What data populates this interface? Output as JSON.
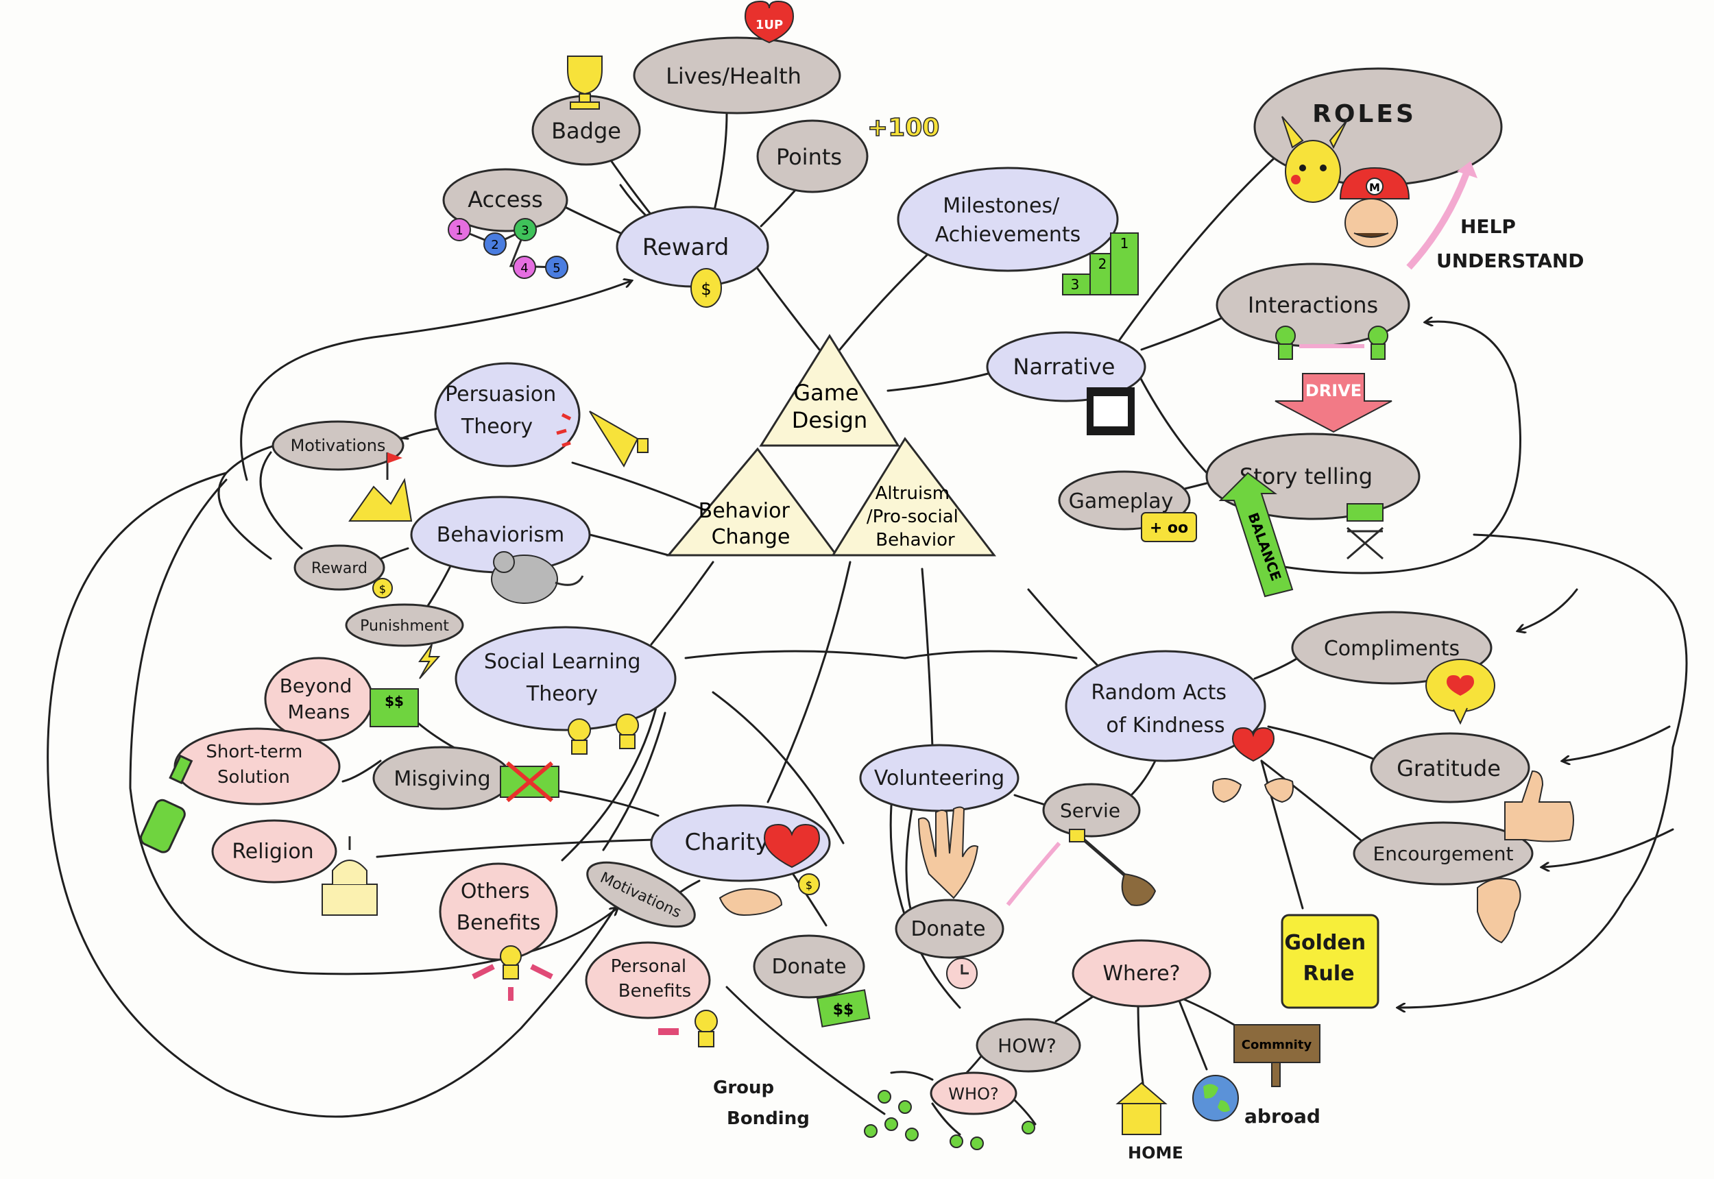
{
  "center": {
    "game_design": [
      "Game",
      "Design"
    ],
    "behavior_change": [
      "Behavior",
      "Change"
    ],
    "altruism": [
      "Altruism",
      "/Pro-social",
      "Behavior"
    ]
  },
  "nodes": {
    "reward": [
      "Reward"
    ],
    "badge": [
      "Badge"
    ],
    "lives_health": [
      "Lives/Health"
    ],
    "points": [
      "Points"
    ],
    "access": [
      "Access"
    ],
    "milestones": [
      "Milestones/",
      "Achievements"
    ],
    "roles": [
      "ROLES"
    ],
    "narrative": [
      "Narrative"
    ],
    "interactions": [
      "Interactions"
    ],
    "storytelling": [
      "Story telling"
    ],
    "gameplay": [
      "Gameplay"
    ],
    "persuasion_theory": [
      "Persuasion",
      "Theory"
    ],
    "motivations_left": [
      "Motivations"
    ],
    "behaviorism": [
      "Behaviorism"
    ],
    "reward_small": [
      "Reward"
    ],
    "punishment": [
      "Punishment"
    ],
    "social_learning": [
      "Social Learning",
      "Theory"
    ],
    "beyond_means": [
      "Beyond",
      "Means"
    ],
    "short_term": [
      "Short-term",
      "Solution"
    ],
    "misgiving": [
      "Misgiving"
    ],
    "religion": [
      "Religion"
    ],
    "charity": [
      "Charity"
    ],
    "others_benefits": [
      "Others",
      "Benefits"
    ],
    "motivations_charity": [
      "Motivations"
    ],
    "personal_benefits": [
      "Personal",
      "Benefits"
    ],
    "donate_charity": [
      "Donate"
    ],
    "volunteering": [
      "Volunteering"
    ],
    "service": [
      "Servie"
    ],
    "donate_vol": [
      "Donate"
    ],
    "random_acts": [
      "Random Acts",
      "of Kindness"
    ],
    "compliments": [
      "Compliments"
    ],
    "gratitude": [
      "Gratitude"
    ],
    "encouragement": [
      "Encourgement"
    ],
    "golden_rule": [
      "Golden",
      "Rule"
    ],
    "where": [
      "Where?"
    ],
    "how": [
      "HOW?"
    ],
    "who": [
      "WHO?"
    ]
  },
  "labels": {
    "help_understand": [
      "HELP",
      "UNDERSTAND"
    ],
    "drive": "DRIVE",
    "balance": "BALANCE",
    "group_bonding": [
      "Group",
      "Bonding"
    ],
    "home": "HOME",
    "abroad": "abroad",
    "community": "Commnity",
    "one_up": "1UP",
    "plus_100": "+100",
    "money": "$$",
    "access_numbers": [
      "1",
      "2",
      "3",
      "4",
      "5"
    ],
    "podium": [
      "1",
      "2",
      "3"
    ],
    "mario_letter": "M"
  },
  "colors": {
    "purple_bubble": "#dcdcf5",
    "gray_bubble": "#cfc6c2",
    "pink_bubble": "#f8d3d1",
    "triangle": "#fbf6d5",
    "green_icon": "#6fd43f",
    "yellow_icon": "#f7e23a",
    "red_icon": "#e8312d"
  }
}
